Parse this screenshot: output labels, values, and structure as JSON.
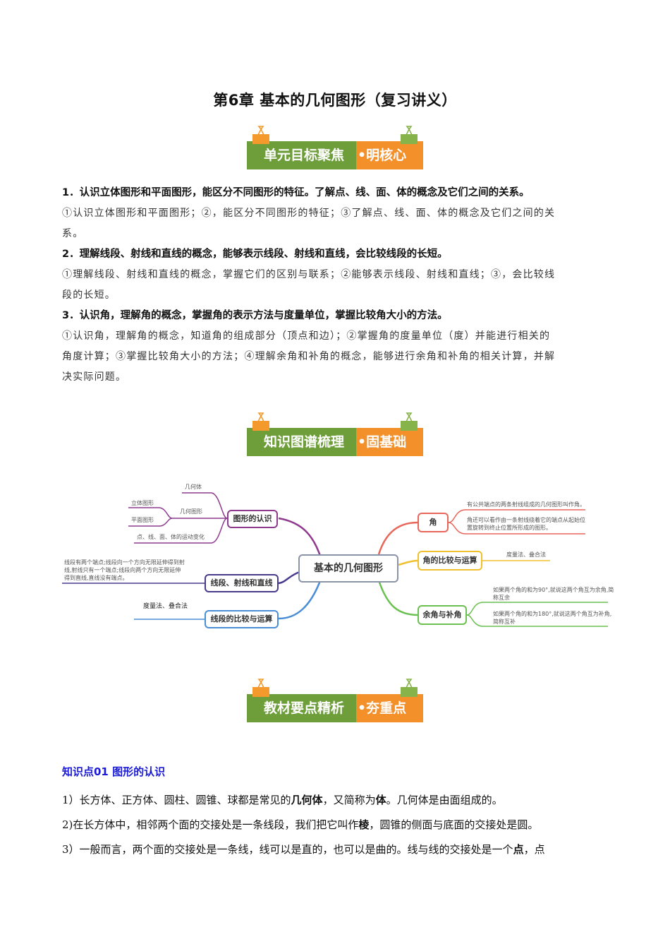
{
  "page": {
    "title": "第6章  基本的几何图形（复习讲义）"
  },
  "banners": [
    {
      "main": "单元目标聚焦",
      "accent": "•明核心"
    },
    {
      "main": "知识图谱梳理",
      "accent": "•固基础"
    },
    {
      "main": "教材要点精析",
      "accent": "•夯重点"
    }
  ],
  "colors": {
    "banner_green": "#6e9e3a",
    "banner_orange": "#f4902a",
    "knowledge_point_blue": "#1a1ad6",
    "branch_purple": "#8e3a8e",
    "branch_indigo": "#4a3a8e",
    "branch_blue": "#4a8ed6",
    "branch_red": "#e8665a",
    "branch_yellow": "#f0c030",
    "branch_green": "#6ac050"
  },
  "objectives": [
    {
      "heading": "1．认识立体图形和平面图形，能区分不同图形的特征。了解点、线、面、体的概念及它们之间的关系。",
      "detail_line1": "①认识立体图形和平面图形；②，能区分不同图形的特征；③了解点、线、面、体的概念及它们之间的关",
      "detail_line2": "系。"
    },
    {
      "heading": "2．理解线段、射线和直线的概念，能够表示线段、射线和直线，会比较线段的长短。",
      "detail_line1": "①理解线段、射线和直线的概念，掌握它们的区别与联系；②能够表示线段、射线和直线；③，会比较线",
      "detail_line2": "段的长短。"
    },
    {
      "heading": "3．认识角，理解角的概念，掌握角的表示方法与度量单位，掌握比较角大小的方法。",
      "detail_line1": "①认识角，理解角的概念，知道角的组成部分（顶点和边）；②掌握角的度量单位（度）并能进行相关的",
      "detail_line2": "角度计算；③掌握比较角大小的方法；④理解余角和补角的概念，能够进行余角和补角的相关计算，并解",
      "detail_line3": "决实际问题。"
    }
  ],
  "mindmap": {
    "center": "基本的几何图形",
    "left": [
      {
        "node": "图形的认识",
        "children": [
          "几何体",
          "几何图形",
          "点、线、面、体的运动变化"
        ],
        "sub_children": [
          "立体图形",
          "平面图形"
        ]
      },
      {
        "node": "线段、射线和直线",
        "note": "线段有两个端点;线段向一个方向无限延伸得到射线,射线只有一个端点;线段向两个方向无限延伸得到直线,直线没有端点。",
        "note_line1": "线段有两个端点;线段向一个方向无限延伸得到射",
        "note_line2": "线,射线只有一个端点;线段向两个方向无限延伸",
        "note_line3": "得到直线,直线没有端点。"
      },
      {
        "node": "线段的比较与运算",
        "note": "度量法、叠合法"
      }
    ],
    "right": [
      {
        "node": "角",
        "note1": "有公共端点的两条射线组成的几何图形叫作角。",
        "note2_line1": "角还可以看作由一条射线绕着它的端点从起始位",
        "note2_line2": "置旋转到终止位置所形成的图形。"
      },
      {
        "node": "角的比较与运算",
        "note": "度量法、叠合法"
      },
      {
        "node": "余角与补角",
        "note1_line1": "如果两个角的和为90°,就说这两个角互为余角,简",
        "note1_line2": "称互余",
        "note2_line1": "如果两个角的和为180°,就说这两个角互为补角,",
        "note2_line2": "简称互补"
      }
    ]
  },
  "knowledge_point": {
    "title": "知识点01  图形的认识",
    "items": [
      {
        "pre": "1）长方体、正方体、圆柱、圆锥、球都是常见的",
        "b1": "几何体",
        "mid": "，又简称为",
        "b2": "体",
        "post": "。几何体是由面组成的。"
      },
      {
        "pre": "2)在长方体中，相邻两个面的交接处是一条线段，我们把它叫作",
        "b1": "棱",
        "post": "，圆锥的侧面与底面的交接处是圆。"
      },
      {
        "pre": "3）一般而言，两个面的交接处是一条线，线可以是直的，也可以是曲的。线与线的交接处是一个",
        "b1": "点",
        "post": "，点"
      }
    ]
  }
}
